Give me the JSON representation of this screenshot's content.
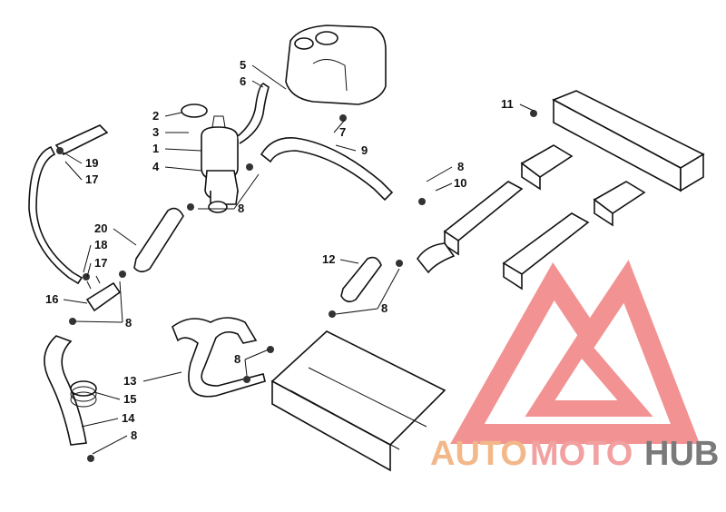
{
  "callouts": [
    {
      "id": "c5",
      "text": "5"
    },
    {
      "id": "c6",
      "text": "6"
    },
    {
      "id": "c2",
      "text": "2"
    },
    {
      "id": "c3",
      "text": "3"
    },
    {
      "id": "c1",
      "text": "1"
    },
    {
      "id": "c4",
      "text": "4"
    },
    {
      "id": "c7",
      "text": "7"
    },
    {
      "id": "c9",
      "text": "9"
    },
    {
      "id": "c11",
      "text": "11"
    },
    {
      "id": "c8a",
      "text": "8"
    },
    {
      "id": "c10",
      "text": "10"
    },
    {
      "id": "c8b",
      "text": "8"
    },
    {
      "id": "c19",
      "text": "19"
    },
    {
      "id": "c17a",
      "text": "17"
    },
    {
      "id": "c20",
      "text": "20"
    },
    {
      "id": "c18",
      "text": "18"
    },
    {
      "id": "c17b",
      "text": "17"
    },
    {
      "id": "c16",
      "text": "16"
    },
    {
      "id": "c8c",
      "text": "8"
    },
    {
      "id": "c12",
      "text": "12"
    },
    {
      "id": "c8d",
      "text": "8"
    },
    {
      "id": "c8e",
      "text": "8"
    },
    {
      "id": "c13",
      "text": "13"
    },
    {
      "id": "c15",
      "text": "15"
    },
    {
      "id": "c14",
      "text": "14"
    },
    {
      "id": "c8f",
      "text": "8"
    }
  ],
  "watermark": {
    "part1": "AUTO",
    "part2": "MOTO",
    "part3": "HUB",
    "logo_color": "#f08080",
    "auto_color": "#f3b88a",
    "hub_color": "#7a7a7a"
  }
}
